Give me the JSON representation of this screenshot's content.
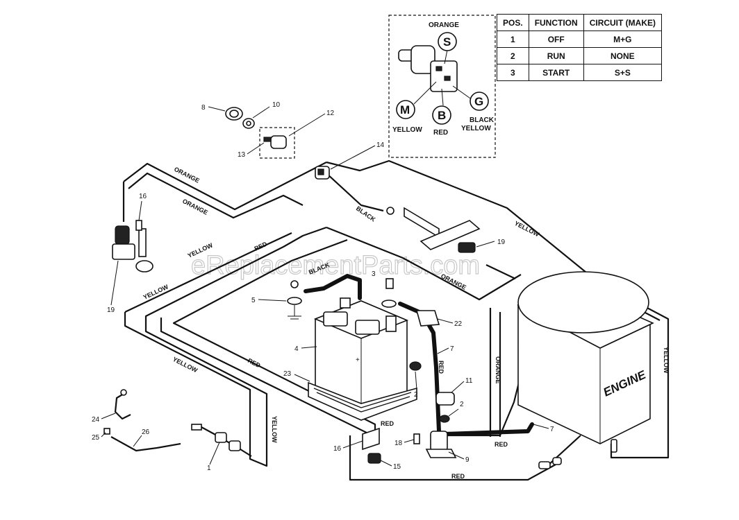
{
  "watermark": "eReplacementParts.com",
  "switch_table": {
    "headers": [
      "POS.",
      "FUNCTION",
      "CIRCUIT (MAKE)"
    ],
    "rows": [
      [
        "1",
        "OFF",
        "M+G"
      ],
      [
        "2",
        "RUN",
        "NONE"
      ],
      [
        "3",
        "START",
        "S+S"
      ]
    ]
  },
  "ignition_detail": {
    "terminals": {
      "s": "S",
      "m": "M",
      "b": "B",
      "g": "G"
    },
    "labels": {
      "orange": "ORANGE",
      "yellow": "YELLOW",
      "red": "RED",
      "black": "BLACK",
      "yellow2": "YELLOW"
    }
  },
  "wire_labels": {
    "orange_1": "ORANGE",
    "orange_2": "ORANGE",
    "orange_3": "ORANGE",
    "orange_4": "ORANGE",
    "yellow_1": "YELLOW",
    "yellow_2": "YELLOW",
    "yellow_3": "YELLOW",
    "yellow_4": "YELLOW",
    "yellow_5": "YELLOW",
    "yellow_6": "YELLOW",
    "red_1": "RED",
    "red_2": "RED",
    "red_3": "RED",
    "red_4": "RED",
    "red_5": "RED",
    "red_6": "RED",
    "black_1": "BLACK",
    "black_2": "BLACK"
  },
  "engine_label": "ENGINE",
  "callouts": {
    "n8": "8",
    "n10": "10",
    "n12": "12",
    "n13": "13",
    "n14": "14",
    "n16": "16",
    "n19a": "19",
    "n19b": "19",
    "n3": "3",
    "n5": "5",
    "n4": "4",
    "n22": "22",
    "n23": "23",
    "n7a": "7",
    "n7b": "7",
    "n2a": "2",
    "n2b": "2",
    "n11": "11",
    "n18a": "18",
    "n18b": "18",
    "n9": "9",
    "n15": "15",
    "n24": "24",
    "n25": "25",
    "n26": "26",
    "n1": "1"
  }
}
